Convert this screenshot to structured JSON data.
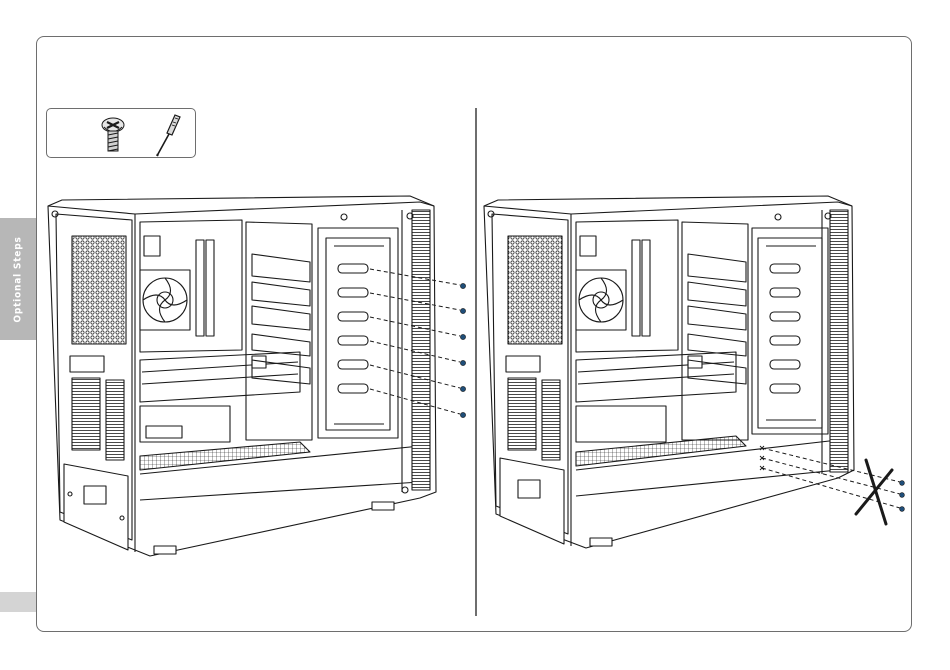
{
  "side_tab": {
    "label": "Optional Steps"
  },
  "tools": {
    "items": [
      "screw-icon",
      "screwdriver-icon"
    ]
  },
  "panels": [
    {
      "name": "step-install-brackets",
      "screws_inserted": 6
    },
    {
      "name": "step-remove-rail",
      "screws_removed": 3,
      "crossed_out": true
    }
  ],
  "colors": {
    "line": "#1a1a1a",
    "frame": "#6e6e6e",
    "tab": "#b7b7b7",
    "screw_dot": "#1f4e79"
  }
}
